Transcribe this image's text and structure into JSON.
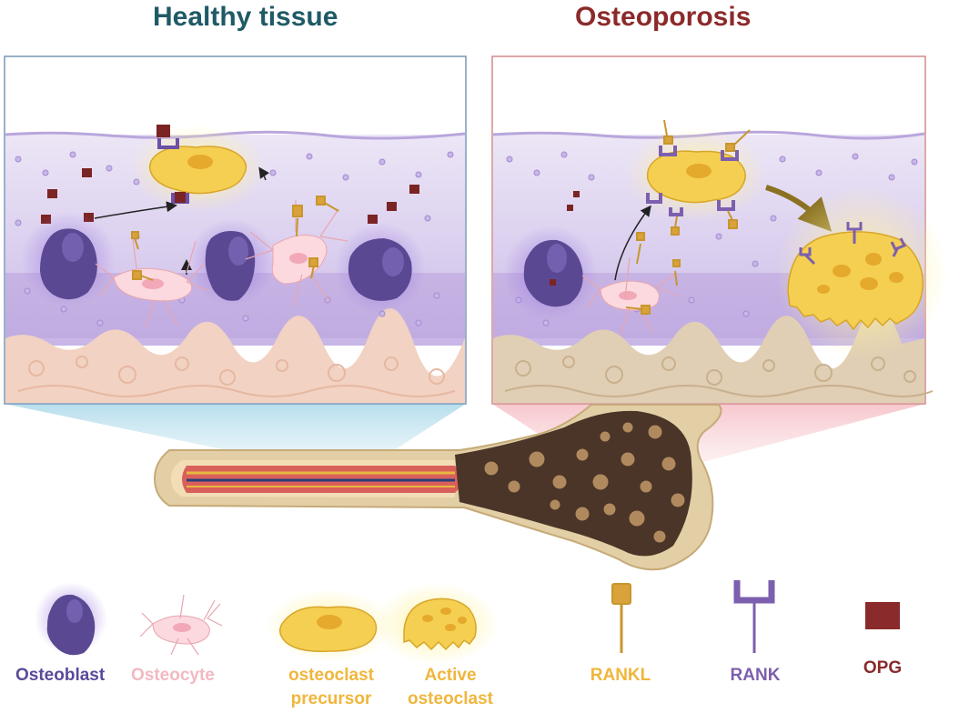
{
  "titles": {
    "healthy": "Healthy tissue",
    "osteoporosis": "Osteoporosis"
  },
  "legend": {
    "osteoblast": "Osteoblast",
    "osteocyte": "Osteocyte",
    "osteoclast_precursor_1": "osteoclast",
    "osteoclast_precursor_2": "precursor",
    "active_osteoclast_1": "Active",
    "active_osteoclast_2": "osteoclast",
    "rankl": "RANKL",
    "rank": "RANK",
    "opg": "OPG"
  },
  "colors": {
    "healthy_title": "#1f5a66",
    "osteoporosis_title": "#8c2a2a",
    "osteoblast": "#5b4a99",
    "osteocyte": "#f2b9c0",
    "osteoclast": "#f0b63c",
    "rankl": "#c8962e",
    "rank": "#7c5fae",
    "opg": "#8a2a2a"
  }
}
